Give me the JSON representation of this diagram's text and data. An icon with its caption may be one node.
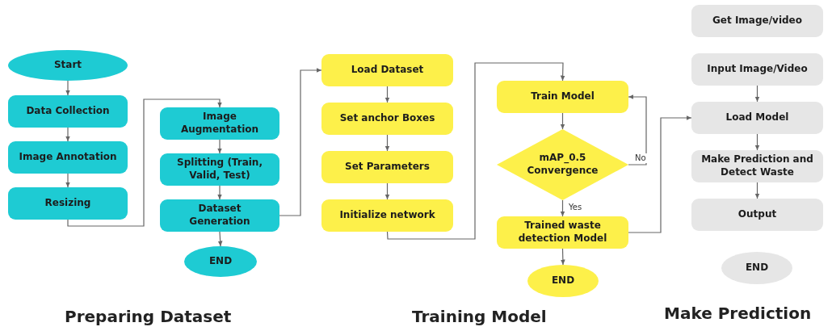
{
  "diagram": {
    "nodes": [
      {
        "text": [
          "Start"
        ]
      },
      {
        "text": [
          "Data Collection"
        ]
      },
      {
        "text": [
          "Image Annotation"
        ]
      },
      {
        "text": [
          "Resizing"
        ]
      },
      {
        "text": [
          "Image Augmentation"
        ]
      },
      {
        "text": [
          "Splitting (Train, Valid, Test)"
        ]
      },
      {
        "text": [
          "Dataset Generation"
        ]
      },
      {
        "text": [
          "END"
        ]
      },
      {
        "text": [
          "Load Dataset"
        ]
      },
      {
        "text": [
          "Set anchor Boxes"
        ]
      },
      {
        "text": [
          "Set Parameters"
        ]
      },
      {
        "text": [
          "Initialize network"
        ]
      },
      {
        "text": [
          "Train Model"
        ]
      },
      {
        "text": [
          "mAP_0.5 Convergence"
        ]
      },
      {
        "text": [
          "Trained waste detection Model"
        ]
      },
      {
        "text": [
          "END"
        ]
      },
      {
        "text": [
          "Get Image/video"
        ]
      },
      {
        "text": [
          "Input Image/Video"
        ]
      },
      {
        "text": [
          "Load Model"
        ]
      },
      {
        "text": [
          "Make Prediction and Detect Waste"
        ]
      },
      {
        "text": [
          "Output"
        ]
      },
      {
        "text": [
          "END"
        ]
      }
    ],
    "edges": [
      {
        "from": 0,
        "to": 1,
        "arrow": "to"
      },
      {
        "from": 1,
        "to": 2,
        "arrow": "to"
      },
      {
        "from": 2,
        "to": 3,
        "arrow": "to"
      },
      {
        "from": 3,
        "to": 4,
        "arrow": "to"
      },
      {
        "from": 4,
        "to": 5,
        "arrow": "to"
      },
      {
        "from": 5,
        "to": 6,
        "arrow": "to"
      },
      {
        "from": 6,
        "to": 7,
        "arrow": "to"
      },
      {
        "from": 6,
        "to": 8,
        "arrow": "to"
      },
      {
        "from": 8,
        "to": 9,
        "arrow": "to"
      },
      {
        "from": 9,
        "to": 10,
        "arrow": "to"
      },
      {
        "from": 10,
        "to": 11,
        "arrow": "to"
      },
      {
        "from": 11,
        "to": 12,
        "arrow": "to"
      },
      {
        "from": 12,
        "to": 13,
        "arrow": "to"
      },
      {
        "from": 13,
        "to": 12,
        "arrow": "to",
        "label": "No"
      },
      {
        "from": 13,
        "to": 14,
        "arrow": "to",
        "label": "Yes"
      },
      {
        "from": 14,
        "to": 15,
        "arrow": "to"
      },
      {
        "from": 14,
        "to": 18,
        "arrow": "to"
      },
      {
        "from": 17,
        "to": 18,
        "arrow": "to"
      },
      {
        "from": 18,
        "to": 19,
        "arrow": "to"
      },
      {
        "from": 19,
        "to": 20,
        "arrow": "to"
      }
    ],
    "labels": [
      "Preparing Dataset",
      "Training Model",
      "Make Prediction"
    ]
  }
}
